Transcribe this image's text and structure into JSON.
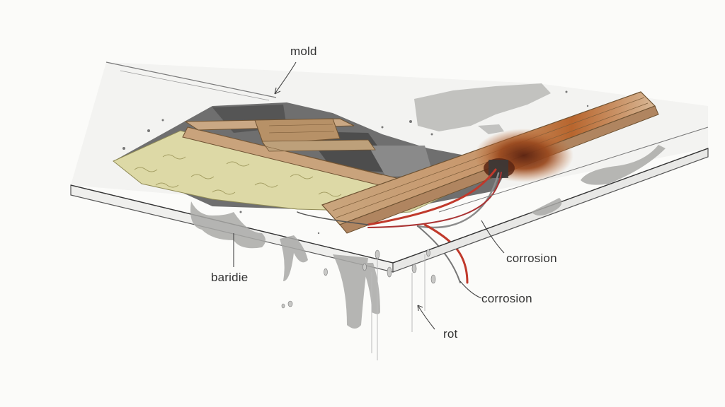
{
  "labels": {
    "mold": "mold",
    "baridie": "baridie",
    "corrosion_1": "corrosion",
    "corrosion_2": "corrosion",
    "rot": "rot"
  },
  "colors": {
    "background": "#fbfbf9",
    "insulation": "#ddd9a6",
    "wood": "#c8a27a",
    "rust": "#8a3b18",
    "wire": "#c0392b",
    "drywall_grey": "#9a9a9a",
    "ink": "#333333"
  }
}
